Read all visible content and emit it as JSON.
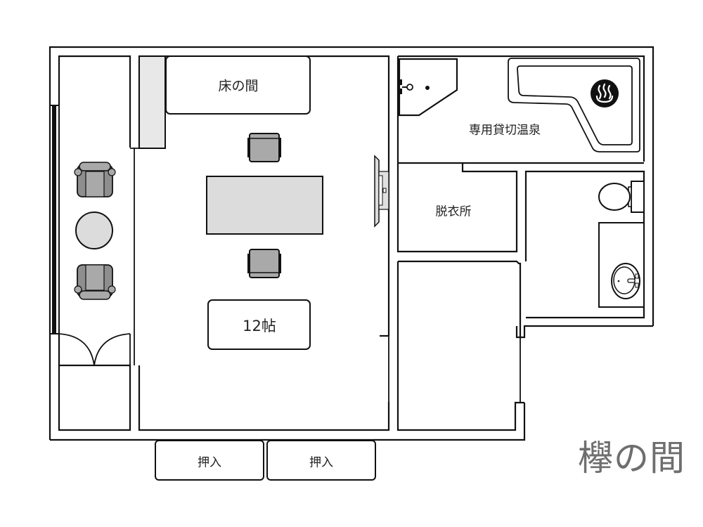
{
  "plan": {
    "title": "欅の間",
    "colors": {
      "wall": "#111111",
      "furniture_fill": "#a9a9a9",
      "table_fill": "#dcdcdc",
      "tokonoma_side_fill": "#e8e8e8",
      "onsen_icon": "#111111",
      "title_text": "#6e6e6e"
    },
    "rooms": {
      "tokonoma": "床の間",
      "main_room": "12帖",
      "private_onsen": "専用貸切温泉",
      "dressing_room": "脱衣所",
      "closet_left": "押入",
      "closet_right": "押入"
    },
    "icons": {
      "onsen": "hot-spring-icon",
      "toilet": "toilet-icon",
      "sink": "sink-icon",
      "shower": "shower-icon",
      "tv": "tv-icon",
      "armchair": "armchair-icon",
      "round_table": "round-table-icon",
      "zaisu": "floor-chair-icon",
      "low_table": "low-table-icon"
    }
  }
}
